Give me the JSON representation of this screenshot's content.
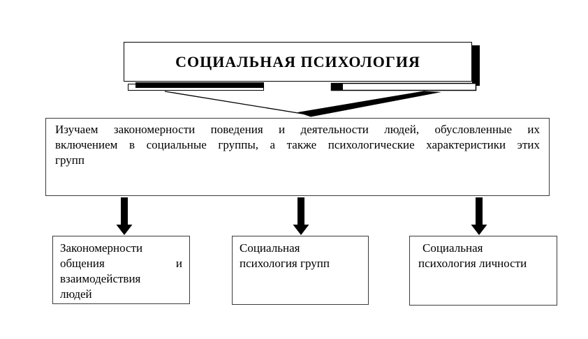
{
  "colors": {
    "ink": "#000000",
    "box_border": "#3a3a3a",
    "background": "#ffffff"
  },
  "diagram": {
    "title": "СОЦИАЛЬНАЯ ПСИХОЛОГИЯ",
    "definition": {
      "lines": [
        "Изучаем закономерности поведения и деятельности людей, обусловленные их",
        "включением в социальные группы, а также психологические характеристики этих",
        "групп"
      ]
    },
    "branches": [
      {
        "lines": [
          "Закономерности",
          "общения и",
          "взаимодействия",
          "людей"
        ]
      },
      {
        "lines": [
          "Социальная",
          "психология групп"
        ]
      },
      {
        "lines": [
          "Социальная",
          "психология личности"
        ]
      }
    ]
  }
}
